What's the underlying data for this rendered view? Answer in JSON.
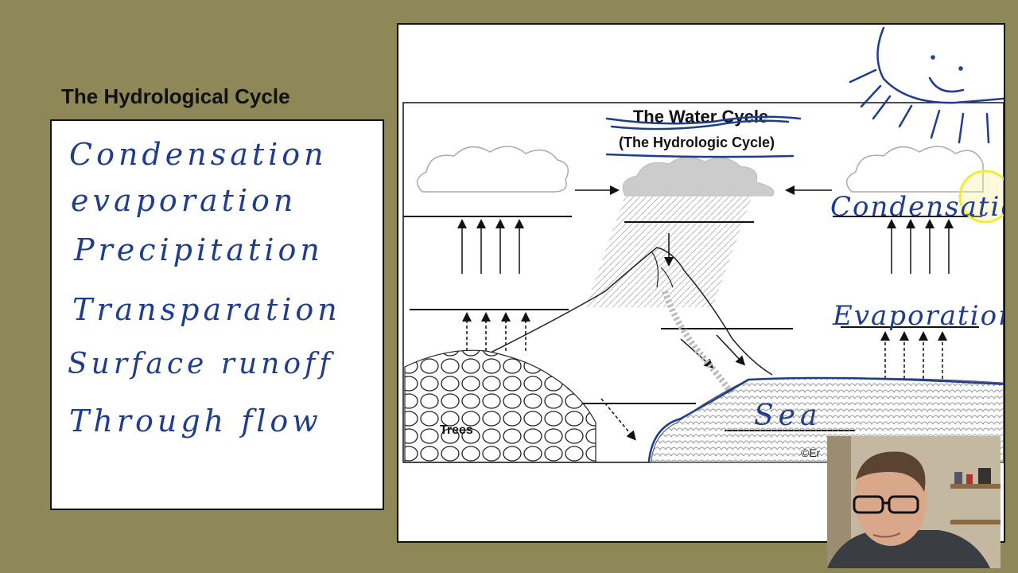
{
  "slide": {
    "title": "The Hydrological Cycle"
  },
  "notes": {
    "lines": [
      "Condensation",
      "evaporation",
      "Precipitation",
      "Transparation",
      "Surface runoff",
      "Through flow"
    ]
  },
  "diagram": {
    "title": "The Water Cycle",
    "subtitle": "(The Hydrologic Cycle)",
    "trees_label": "Trees",
    "copyright": "©Er",
    "annotations": {
      "condensation": "Condensatio.",
      "evaporation": "Evaporation",
      "sea": "Sea"
    }
  },
  "colors": {
    "background": "#8e8757",
    "ink": "#1e3d8c",
    "highlight": "#f3ea3a"
  },
  "icons": [
    "sun-icon",
    "cloud-icon",
    "arrow-icon"
  ]
}
